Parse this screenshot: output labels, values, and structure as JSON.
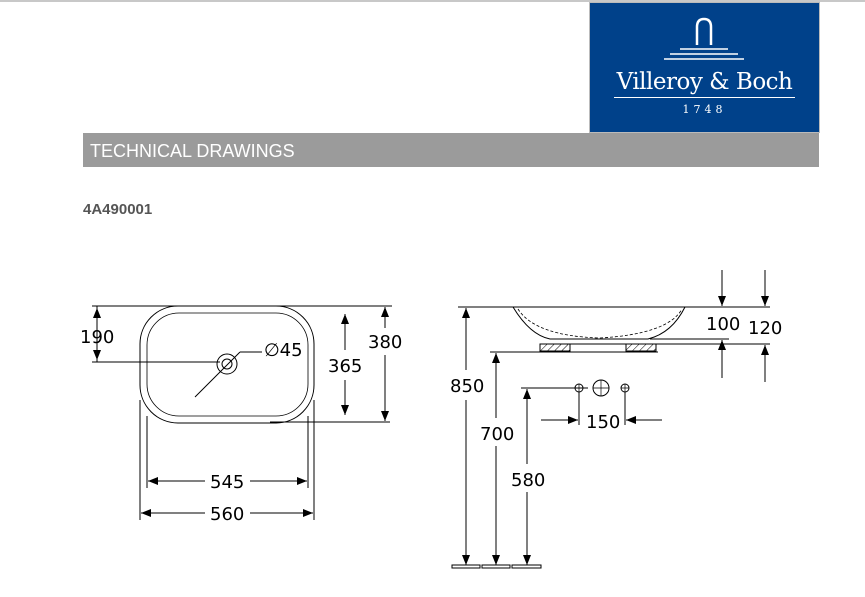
{
  "logo": {
    "brand": "Villeroy & Boch",
    "year": "1748"
  },
  "header": {
    "title": "TECHNICAL DRAWINGS"
  },
  "product_code": "4A490001",
  "top_view": {
    "d190": "190",
    "drain": "∅45",
    "d365": "365",
    "d380": "380",
    "d545": "545",
    "d560": "560"
  },
  "side_view": {
    "d100": "100",
    "d120": "120",
    "d850": "850",
    "d700": "700",
    "d580": "580",
    "d150": "150"
  }
}
